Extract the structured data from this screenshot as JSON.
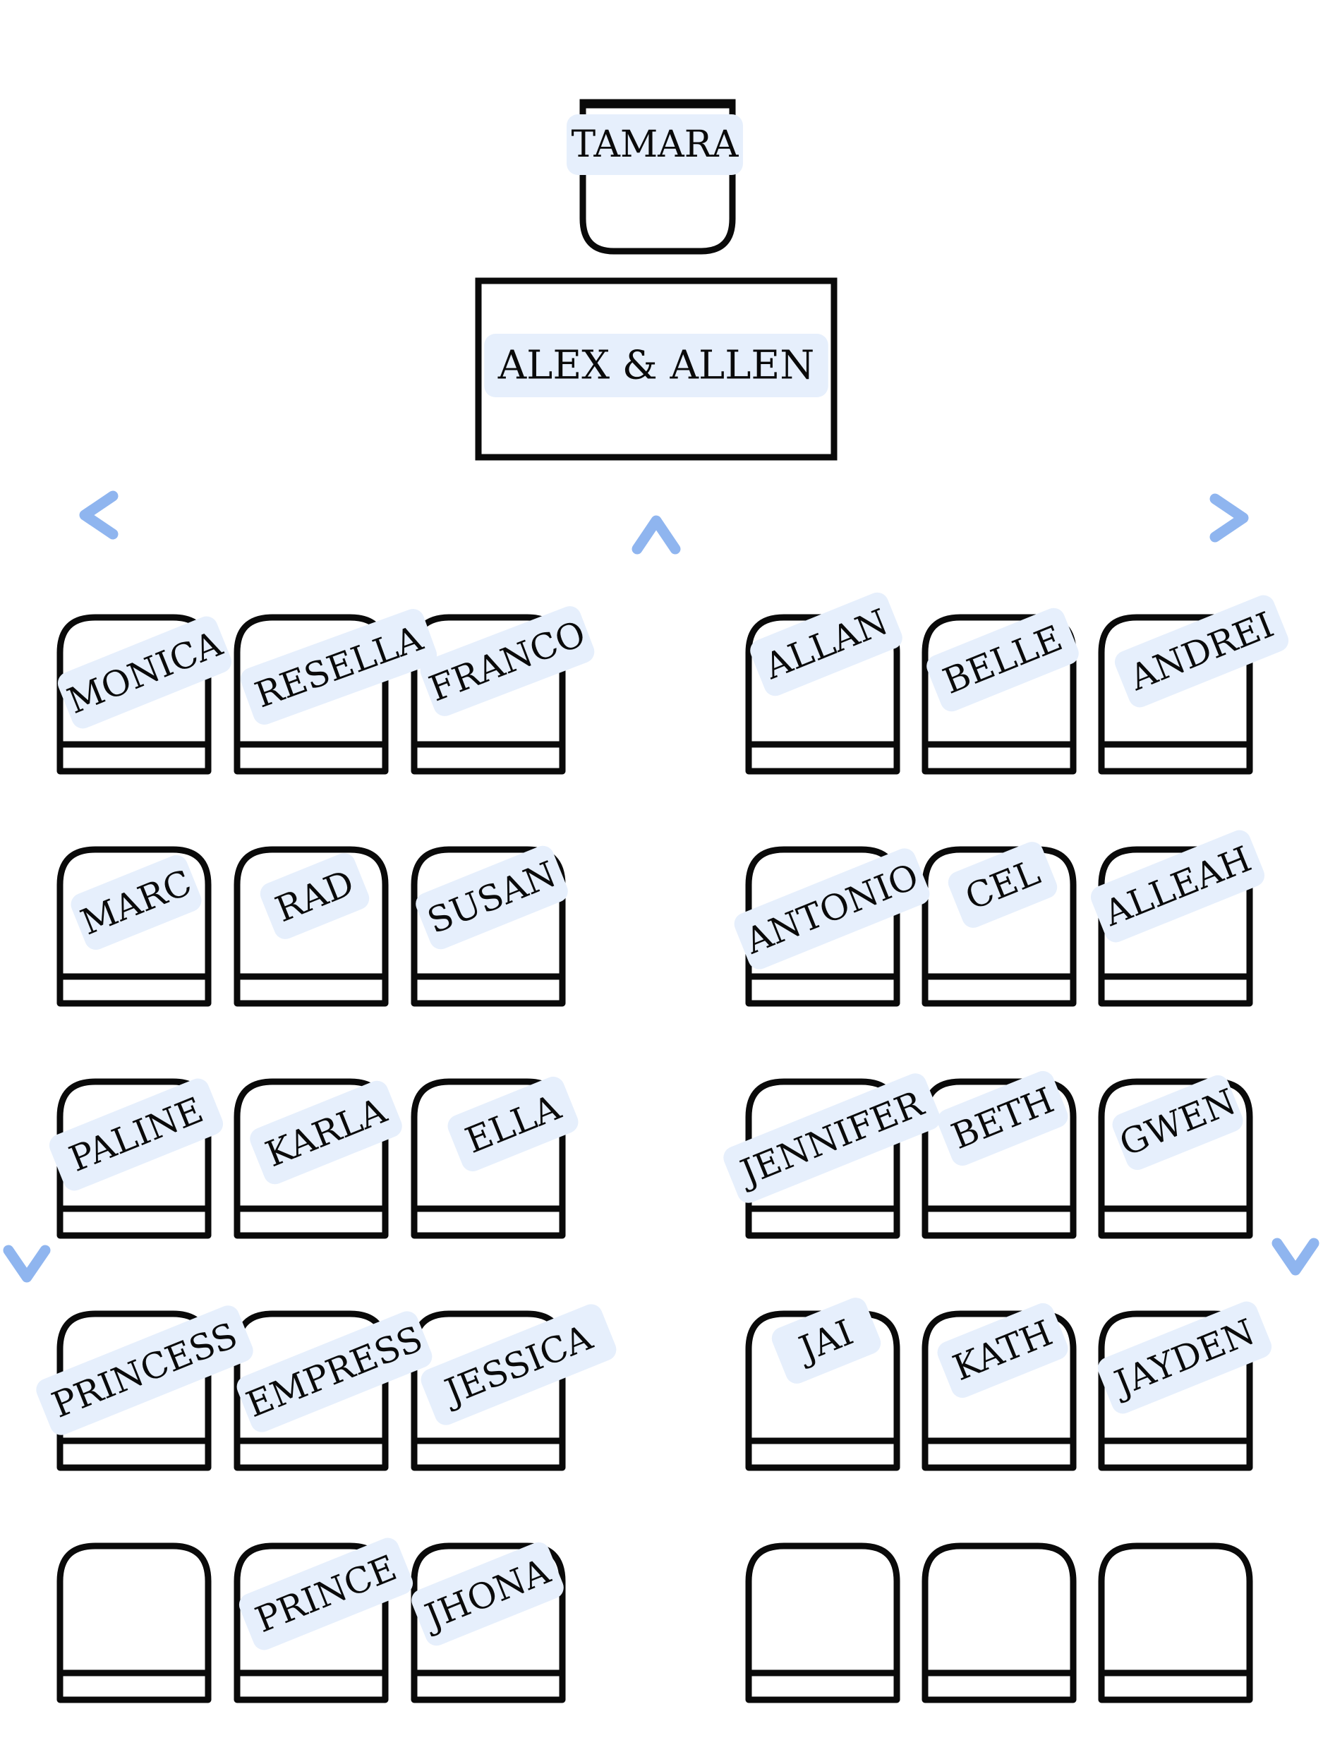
{
  "officiant": "TAMARA",
  "couple": "ALEX & ALLEN",
  "guests": [
    "MONICA",
    "RESELLA",
    "FRANCO",
    "MARC",
    "RAD",
    "SUSAN",
    "PALINE",
    "KARLA",
    "ELLA",
    "PRINCESS",
    "EMPRESS",
    "JESSICA",
    "",
    "PRINCE",
    "JHONA",
    "ALLAN",
    "BELLE",
    "ANDREI",
    "ANTONIO",
    "CEL",
    "ALLEAH",
    "JENNIFER",
    "BETH",
    "GWEN",
    "JAI",
    "KATH",
    "JAYDEN",
    "",
    "",
    ""
  ],
  "colors": {
    "outline": "#0a0a0a",
    "tag_fill": "#e6effc",
    "arrow_blue": "#8fb5ef",
    "arrow_green": "#c9f2d8"
  }
}
